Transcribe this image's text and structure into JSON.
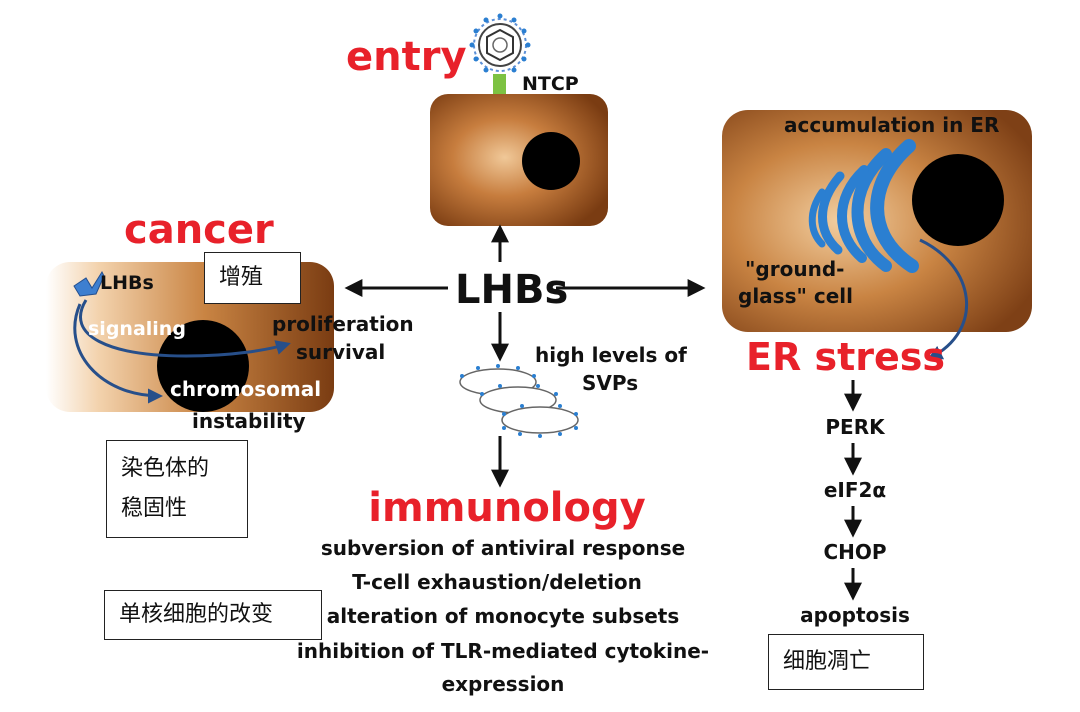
{
  "hub": {
    "label": "LHBs"
  },
  "entry": {
    "title": "entry",
    "receptor": "NTCP"
  },
  "cancer": {
    "title": "cancer",
    "lhbs": "LHBs",
    "signaling": "signaling",
    "proliferation": "proliferation",
    "survival": "survival",
    "chromosomal": "chromosomal",
    "instability": "instability"
  },
  "er_cell": {
    "accumulation": "accumulation in ER",
    "ground_glass_line1": "\"ground-",
    "ground_glass_line2": "glass\" cell"
  },
  "er_stress": {
    "title": "ER stress",
    "pathway": [
      "PERK",
      "eIF2α",
      "CHOP",
      "apoptosis"
    ]
  },
  "svp": {
    "line1": "high levels of",
    "line2": "SVPs"
  },
  "immunology": {
    "title": "immunology",
    "items": [
      "subversion of antiviral response",
      "T-cell exhaustion/deletion",
      "alteration of monocyte subsets",
      "inhibition of TLR-mediated cytokine-",
      "expression"
    ]
  },
  "notes": {
    "proliferation": "增殖",
    "chromosome_line1": "染色体的",
    "chromosome_line2": "稳固性",
    "monocyte": "单核细胞的改变",
    "apoptosis": "细胞凋亡"
  },
  "colors": {
    "red": "#e8212a",
    "blue": "#2b7fd1",
    "cell": "#b86a2d"
  }
}
